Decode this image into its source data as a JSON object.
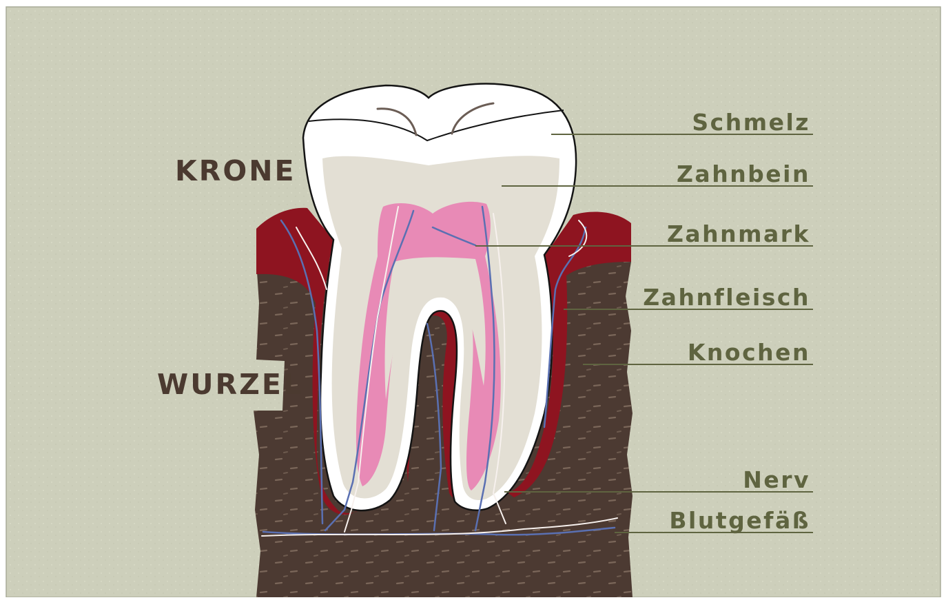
{
  "diagram": {
    "section_labels": {
      "crown": "KRONE",
      "root": "WURZEL"
    },
    "part_labels": {
      "enamel": "Schmelz",
      "dentin": "Zahnbein",
      "pulp": "Zahnmark",
      "gum": "Zahnfleisch",
      "bone": "Knochen",
      "nerve": "Nerv",
      "blood_vessel": "Blutgefäß"
    },
    "colors": {
      "background": "#cdcfbb",
      "bone": "#4c3a32",
      "gum": "#8e1420",
      "enamel": "#ffffff",
      "dentin": "#e3dfd4",
      "pulp": "#e88ab6",
      "nerve": "#5a70b2",
      "label_text_green": "#5f6440",
      "label_text_brown": "#4b3a30"
    }
  }
}
